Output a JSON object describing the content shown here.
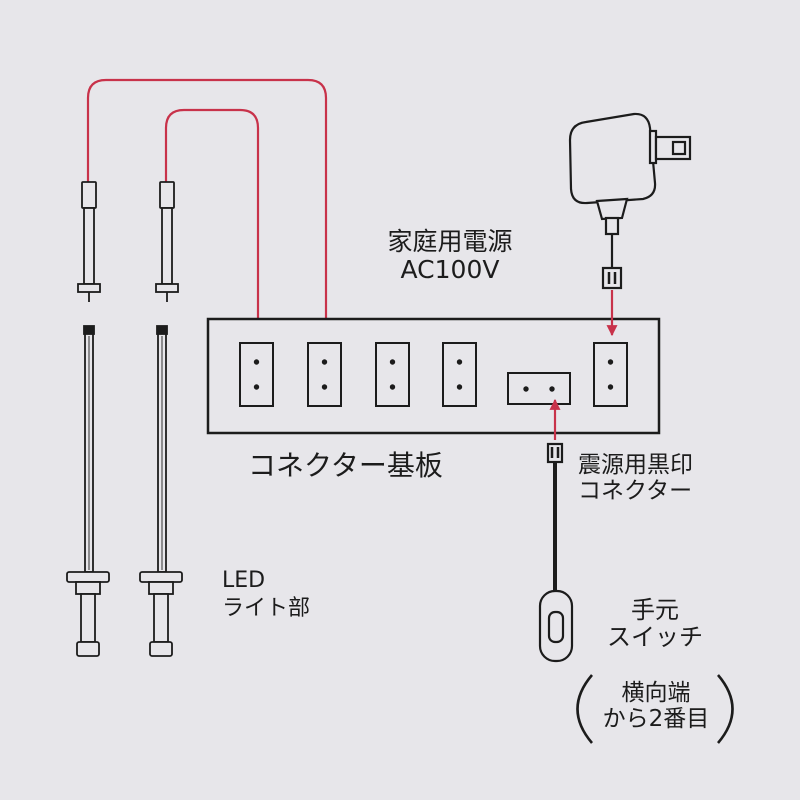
{
  "labels": {
    "power_source": [
      "家庭用電源",
      "AC100V"
    ],
    "board": "コネクター基板",
    "quake_connector": [
      "震源用黒印",
      "コネクター"
    ],
    "led_light": [
      "LED",
      "ライト部"
    ],
    "hand_switch": [
      "手元",
      "スイッチ"
    ],
    "switch_note": [
      "横向端",
      "から2番目"
    ]
  },
  "colors": {
    "wire_red": "#c8324a",
    "line_dark": "#1c1c1c",
    "background": "#e7e6ea"
  }
}
